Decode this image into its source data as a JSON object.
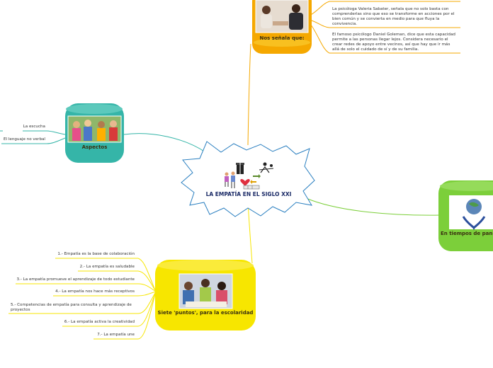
{
  "central": {
    "title": "LA EMPATÍA EN EL SIGLO XXI"
  },
  "branches": {
    "nos_senala": {
      "label": "Nos señala que:",
      "color": "#f5a800",
      "items": [
        "La psicóloga Valeria Sabater, señala que no solo basta con comprenderlas sino que eso se transforme en acciones por el bien común y se convierta en medio para que fluya la convivencia.",
        "El famoso psicólogo Daniel Goleman, dice que esta capacidad permite a las personas llegar lejos. Considera necesario el crear redes de apoyo entre vecinos, así que hay que ir más allá de solo el cuidado de sí y de su familia."
      ]
    },
    "aspectos": {
      "label": "Aspectos",
      "color": "#35b5a8",
      "items": [
        "La escucha",
        "El lenguaje no verbal"
      ]
    },
    "pandemia": {
      "label": "En tiempos de pan",
      "color": "#7ccf3a"
    },
    "siete_puntos": {
      "label": "Siete 'puntos', para la escolaridad",
      "color": "#f7e600",
      "items": [
        "1.- Empatía es la base de colaboración",
        "2.- La empatía es saludable",
        "3.- La empatía promueve el aprendizaje de todo estudiante",
        "4.- La empatía nos hace más receptivos",
        "5.- Competencias de empatía para consulta y aprendizaje de proyectos",
        "6.- La empatía activa la creatividad",
        "7.- La empatía une"
      ]
    }
  }
}
